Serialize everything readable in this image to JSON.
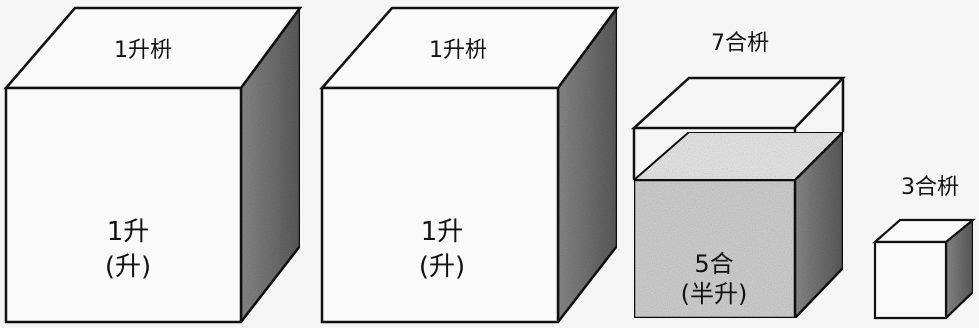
{
  "figure": {
    "boxes": [
      {
        "top_label": "1升枡",
        "content_line1": "1升",
        "content_line2": "(升)"
      },
      {
        "top_label": "1升枡",
        "content_line1": "1升",
        "content_line2": "(升)"
      },
      {
        "top_label": "7合枡",
        "content_line1": "5合",
        "content_line2": "(半升)"
      },
      {
        "top_label": "3合枡"
      }
    ],
    "colors": {
      "face": "#fbfbfb",
      "side": "#6f6f6f",
      "fill": "#cfcfcf",
      "ink": "#111111"
    }
  }
}
